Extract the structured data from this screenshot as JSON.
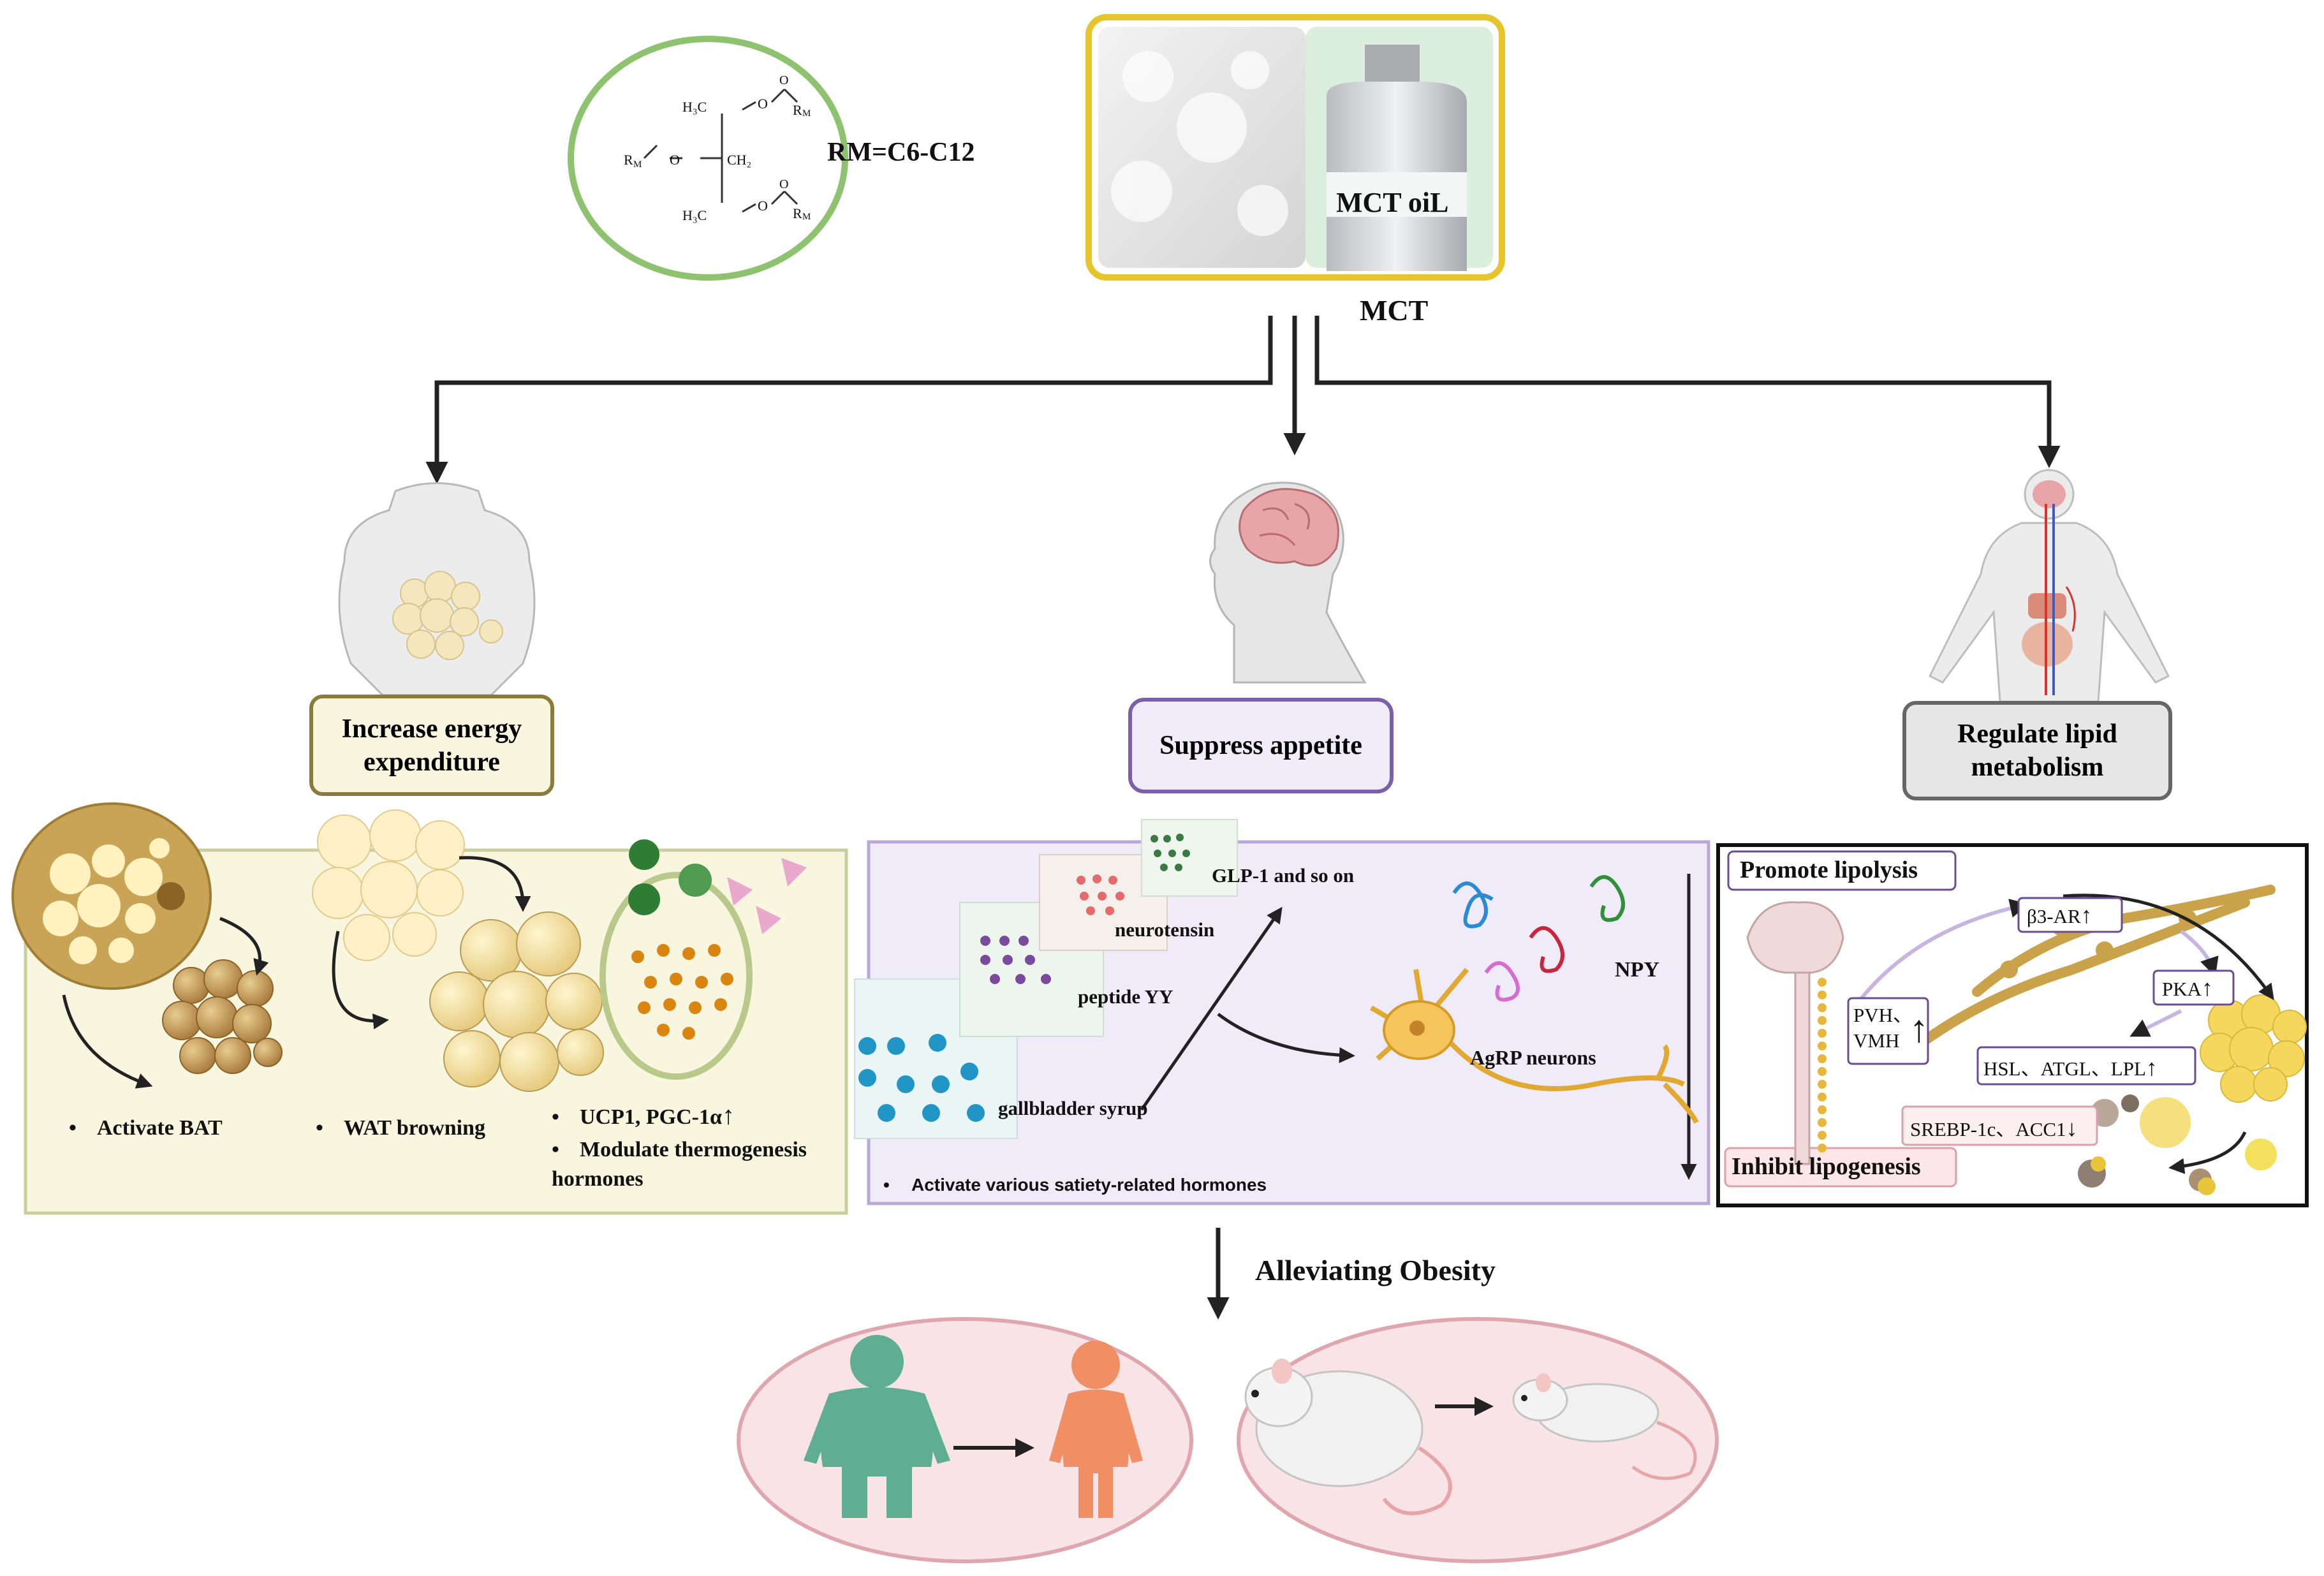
{
  "formula": {
    "fragments": [
      "H₃C",
      "O",
      "R",
      "M",
      "O",
      "R",
      "M",
      "O",
      "CH₂",
      "H₃C",
      "O",
      "R",
      "M",
      "O"
    ],
    "rm_label": "RM=C6-C12"
  },
  "mct": {
    "bottle_label": "MCT oiL",
    "title": "MCT"
  },
  "branches": {
    "energy": "Increase energy expenditure",
    "appetite": "Suppress appetite",
    "lipid": "Regulate lipid metabolism"
  },
  "energy_panel": {
    "activate_bat": "Activate BAT",
    "wat_browning": "WAT browning",
    "ucp1": "UCP1, PGC-1α",
    "modulate": "Modulate thermogenesis hormones"
  },
  "appetite_panel": {
    "hormones": [
      "gallbladder syrup",
      "peptide YY",
      "neurotensin",
      "GLP-1 and so on"
    ],
    "npy": "NPY",
    "agrp": "AgRP neurons",
    "footnote": "Activate various satiety-related hormones"
  },
  "lipid_panel": {
    "promote": "Promote lipolysis",
    "inhibit": "Inhibit lipogenesis",
    "b3ar": "β3-AR",
    "pvh": "PVH、",
    "vmh": "VMH",
    "pka": "PKA",
    "hsl": "HSL、ATGL、LPL",
    "srebp": "SREBP-1c、ACC1"
  },
  "outcome": {
    "label": "Alleviating Obesity"
  },
  "colors": {
    "green_ring": "#8dc26f",
    "mct_frame": "#e6c42c",
    "energy_border": "#8a7a3c",
    "energy_fill": "#f8f6de",
    "appetite_border": "#7b5fa8",
    "appetite_fill": "#f0ebf8",
    "lipid_border": "#666666",
    "lipid_fill": "#e6e6e6",
    "human_before": "#5fae94",
    "human_after": "#f08e64",
    "outcome_fill": "#f8e3e6"
  }
}
